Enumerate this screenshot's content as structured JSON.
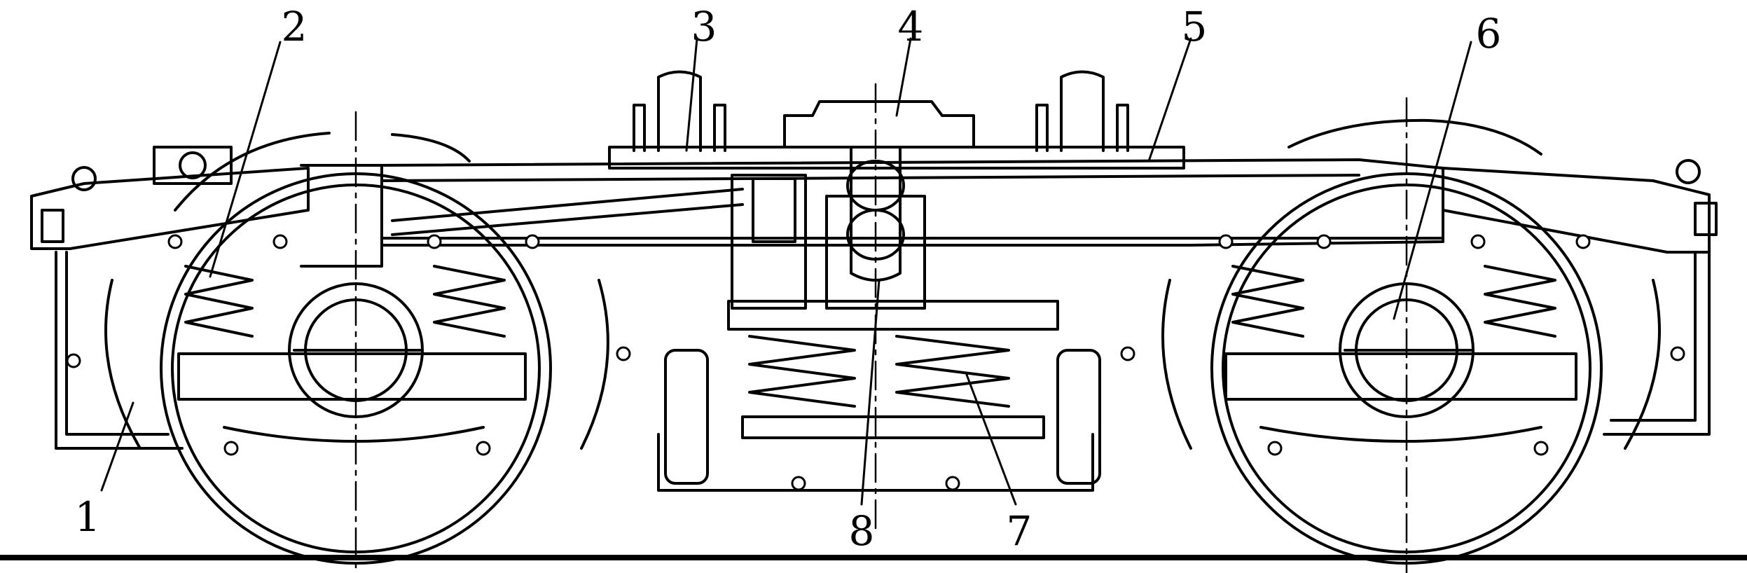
{
  "diagram": {
    "colors": {
      "ink": "#000000",
      "paper": "#ffffff"
    },
    "callouts": [
      {
        "id": "1",
        "label": "1"
      },
      {
        "id": "2",
        "label": "2"
      },
      {
        "id": "3",
        "label": "3"
      },
      {
        "id": "4",
        "label": "4"
      },
      {
        "id": "5",
        "label": "5"
      },
      {
        "id": "6",
        "label": "6"
      },
      {
        "id": "7",
        "label": "7"
      },
      {
        "id": "8",
        "label": "8"
      }
    ]
  }
}
